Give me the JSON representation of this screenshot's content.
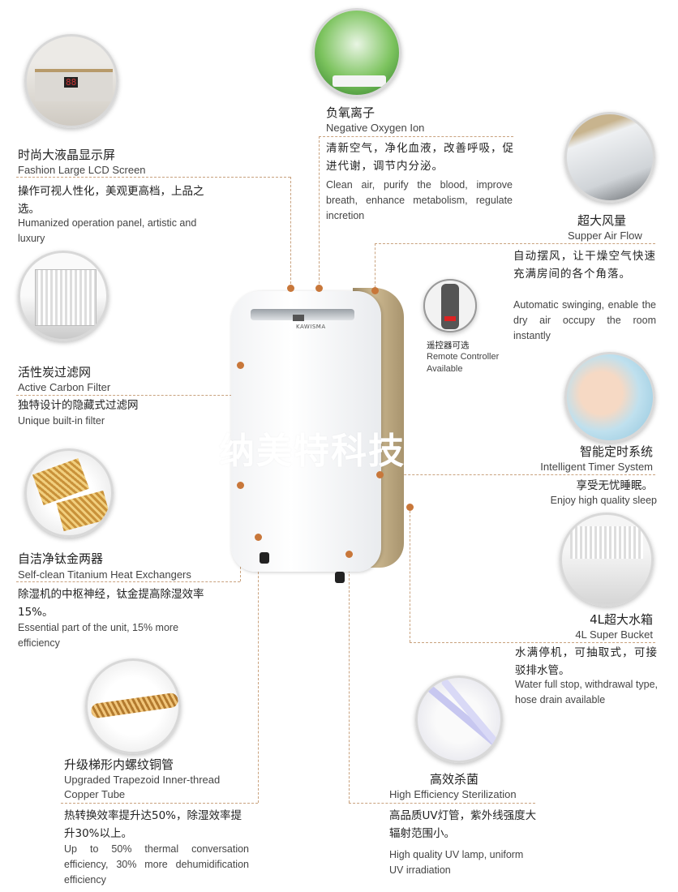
{
  "brand_on_unit": "KAWISMA",
  "watermark": "纳美特科技",
  "colors": {
    "accent_line": "#c9a27e",
    "dot": "#c8773a",
    "gold_panel": "#b8a27a"
  },
  "features": {
    "lcd": {
      "title_cn": "时尚大液晶显示屏",
      "title_en": "Fashion Large LCD Screen",
      "body_cn": "操作可视人性化，美观更高档，上品之选。",
      "body_en": "Humanized operation panel, artistic and luxury",
      "display_digits": "88"
    },
    "oxygen": {
      "title_cn": "负氧离子",
      "title_en": "Negative Oxygen Ion",
      "body_cn": "清新空气，净化血液，改善呼吸，促进代谢，调节内分泌。",
      "body_en": "Clean air, purify the blood, improve breath, enhance metabolism, regulate incretion"
    },
    "airflow": {
      "title_cn": "超大风量",
      "title_en": "Supper Air Flow",
      "body_cn": "自动摆风，让干燥空气快速充满房间的各个角落。",
      "body_en": "Automatic swinging, enable the dry air occupy the room instantly"
    },
    "remote": {
      "title_cn": "遥控器可选",
      "title_en": "Remote Controller Available"
    },
    "carbon": {
      "title_cn": "活性炭过滤网",
      "title_en": "Active Carbon Filter",
      "body_cn": "独特设计的隐藏式过滤网",
      "body_en": "Unique built-in filter"
    },
    "timer": {
      "title_cn": "智能定时系统",
      "title_en": "Intelligent Timer System",
      "body_cn": "享受无忧睡眠。",
      "body_en": "Enjoy high quality sleep"
    },
    "titanium": {
      "title_cn": "自洁净钛金两器",
      "title_en": "Self-clean Titanium Heat Exchangers",
      "body_cn": "除湿机的中枢神经，钛金提高除湿效率15%。",
      "body_en": "Essential part of the unit, 15% more efficiency"
    },
    "bucket": {
      "title_cn": "4L超大水箱",
      "title_en": "4L Super Bucket",
      "body_cn": "水满停机，可抽取式，可接驳排水管。",
      "body_en": "Water full stop, withdrawal type, hose drain available"
    },
    "copper": {
      "title_cn": "升级梯形内螺纹铜管",
      "title_en": "Upgraded Trapezoid Inner-thread Copper Tube",
      "body_cn": "热转换效率提升达50%，除湿效率提升30%以上。",
      "body_en": "Up to 50% thermal conversation efficiency, 30% more dehumidification efficiency"
    },
    "uv": {
      "title_cn": "高效杀菌",
      "title_en": "High Efficiency Sterilization",
      "body_cn": "高品质UV灯管，紫外线强度大辐射范围小。",
      "body_en": "High quality UV lamp, uniform UV irradiation"
    }
  }
}
